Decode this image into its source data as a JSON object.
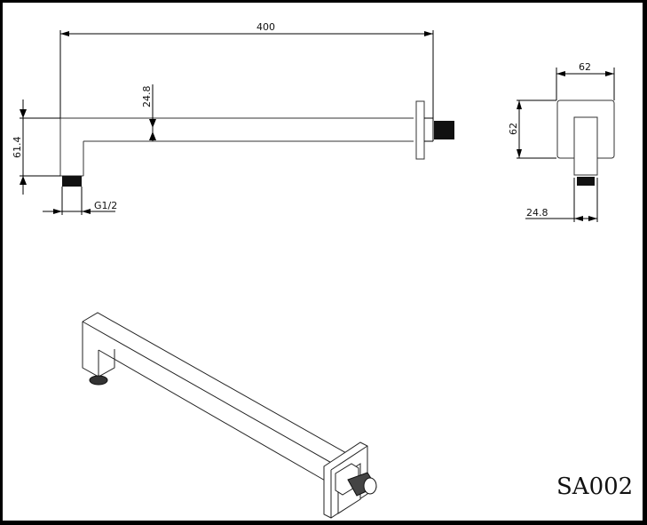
{
  "drawing": {
    "model_code": "SA002",
    "front_view": {
      "dimensions": {
        "length": "400",
        "tube_height": "24.8",
        "drop_height": "61.4",
        "thread": "G1/2"
      }
    },
    "side_view": {
      "dimensions": {
        "flange_width": "62",
        "flange_height": "62",
        "tube_width": "24.8"
      }
    },
    "isometric_view": {
      "label": ""
    }
  },
  "colors": {
    "line": "#000000",
    "background": "#ffffff",
    "thread_fill": "#111111"
  }
}
